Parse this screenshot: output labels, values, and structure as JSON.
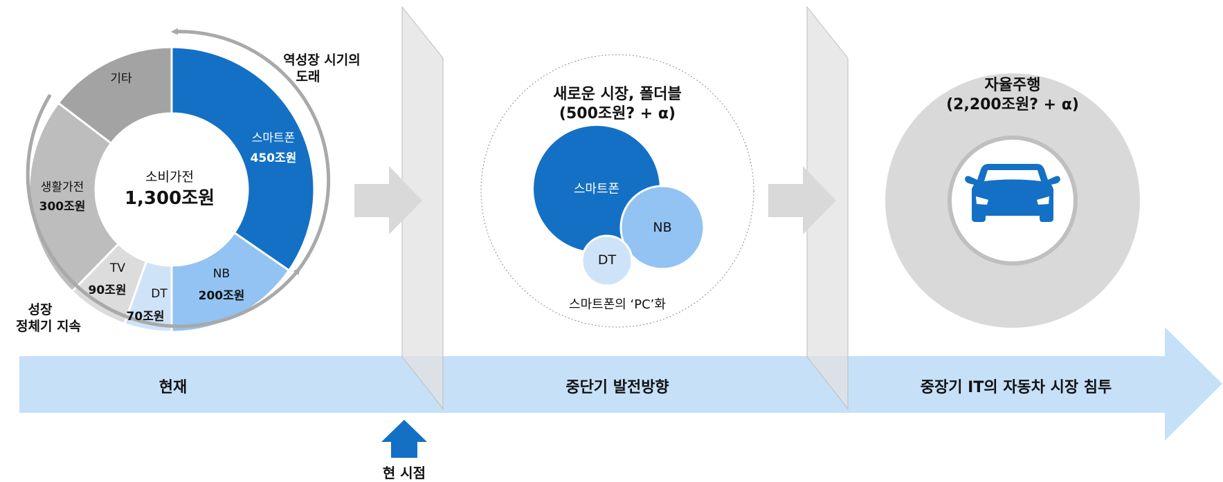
{
  "timeline": {
    "stage1": "현재",
    "stage2": "중단기 발전방향",
    "stage3": "중장기 IT의 자동차 시장 침투",
    "now_marker": "현 시점"
  },
  "current_market": {
    "center_title": "소비가전",
    "center_value": "1,300조원",
    "decline_label_1": "역성장 시기의",
    "decline_label_2": "도래",
    "stagnation_label_1": "성장",
    "stagnation_label_2": "정체기 지속"
  },
  "chart_data": {
    "type": "pie",
    "title": "소비가전",
    "total_text": "1,300조원",
    "slices": [
      {
        "name": "스마트폰",
        "value_text": "450조원",
        "value": 450,
        "color": "#1470c4"
      },
      {
        "name": "NB",
        "value_text": "200조원",
        "value": 200,
        "color": "#92c3f2"
      },
      {
        "name": "DT",
        "value_text": "70조원",
        "value": 70,
        "color": "#cfe3f8"
      },
      {
        "name": "TV",
        "value_text": "90조원",
        "value": 90,
        "color": "#dcdcdc"
      },
      {
        "name": "생활가전",
        "value_text": "300조원",
        "value": 300,
        "color": "#bdbdbd"
      },
      {
        "name": "기타",
        "value_text": "",
        "value": 190,
        "color": "#a3a3a3"
      }
    ]
  },
  "midterm": {
    "title_1": "새로운 시장, 폴더블",
    "title_2": "(500조원? + α)",
    "bubble_smartphone": "스마트폰",
    "bubble_nb": "NB",
    "bubble_dt": "DT",
    "caption": "스마트폰의 ‘PC’화"
  },
  "longterm": {
    "title_1": "자율주행",
    "title_2": "(2,200조원? + α)",
    "icon": "car-icon"
  },
  "colors": {
    "timeline_band": "#c6e0f7",
    "primary_blue": "#1470c4",
    "light_blue": "#92c3f2",
    "gray_ring": "#d9d9d9"
  }
}
